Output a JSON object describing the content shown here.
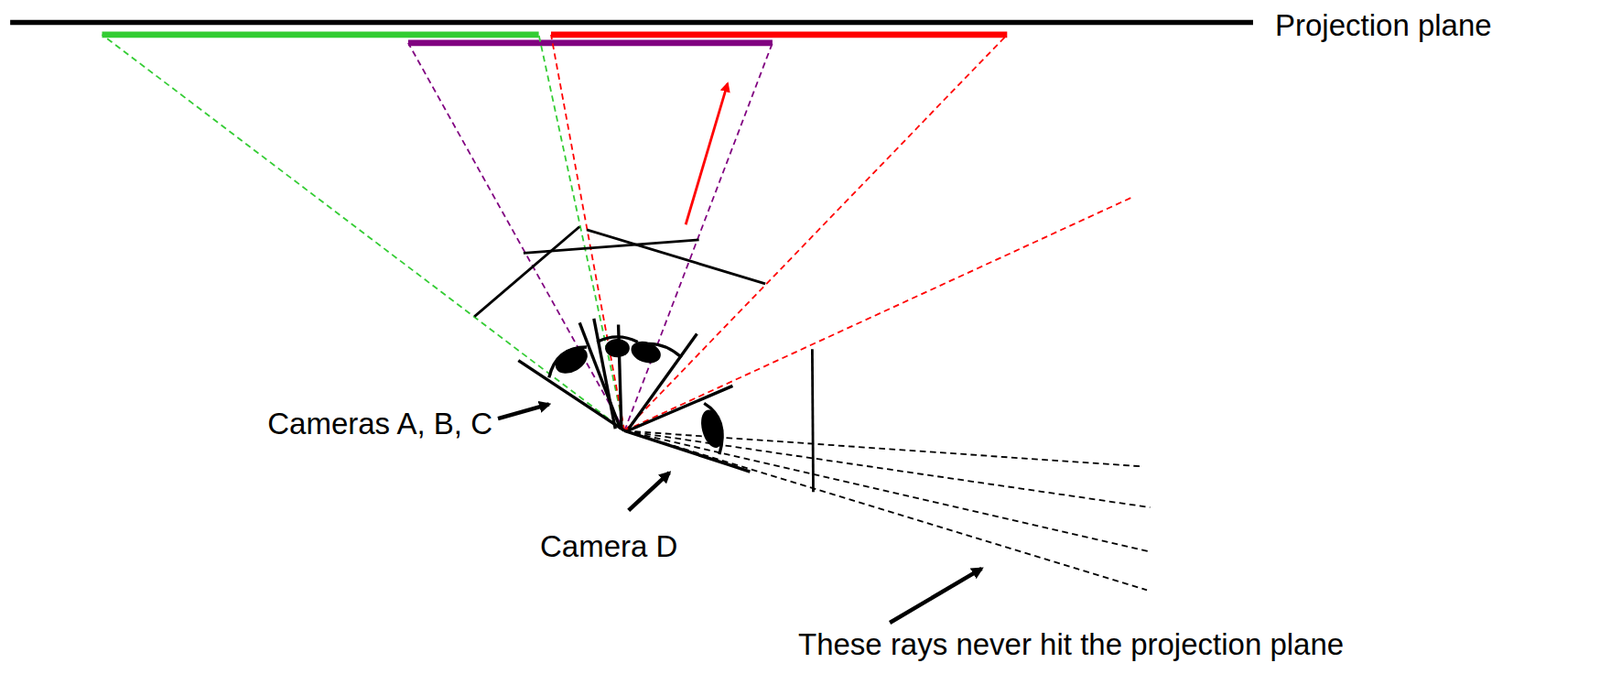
{
  "diagram": {
    "labels": [
      "Projection plane",
      "Cameras A, B, C",
      "Camera D",
      "These rays never hit the projection plane"
    ]
  }
}
